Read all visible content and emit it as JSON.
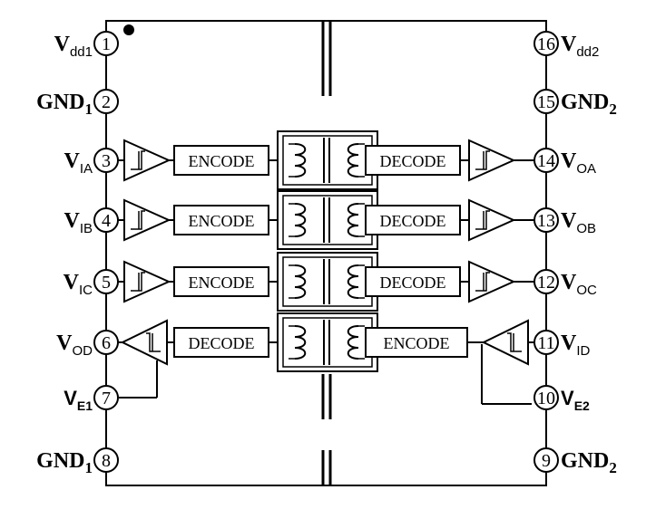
{
  "pins_left": [
    {
      "num": "1",
      "main": "V",
      "sub": "dd1",
      "style": "vsub"
    },
    {
      "num": "2",
      "main": "GND",
      "sub": "1",
      "style": "gnd"
    },
    {
      "num": "3",
      "main": "V",
      "sub": "IA",
      "style": "vsub"
    },
    {
      "num": "4",
      "main": "V",
      "sub": "IB",
      "style": "vsub"
    },
    {
      "num": "5",
      "main": "V",
      "sub": "IC",
      "style": "vsub"
    },
    {
      "num": "6",
      "main": "V",
      "sub": "OD",
      "style": "vsub"
    },
    {
      "num": "7",
      "main": "V",
      "sub": "E1",
      "style": "vbold"
    },
    {
      "num": "8",
      "main": "GND",
      "sub": "1",
      "style": "gnd"
    }
  ],
  "pins_right": [
    {
      "num": "16",
      "main": "V",
      "sub": "dd2",
      "style": "vsub"
    },
    {
      "num": "15",
      "main": "GND",
      "sub": "2",
      "style": "gnd"
    },
    {
      "num": "14",
      "main": "V",
      "sub": "OA",
      "style": "vsub"
    },
    {
      "num": "13",
      "main": "V",
      "sub": "OB",
      "style": "vsub"
    },
    {
      "num": "12",
      "main": "V",
      "sub": "OC",
      "style": "vsub"
    },
    {
      "num": "11",
      "main": "V",
      "sub": "ID",
      "style": "vsub"
    },
    {
      "num": "10",
      "main": "V",
      "sub": "E2",
      "style": "vbold"
    },
    {
      "num": "9",
      "main": "GND",
      "sub": "2",
      "style": "gnd"
    }
  ],
  "channels": [
    {
      "left_block": "ENCODE",
      "right_block": "DECODE",
      "direction": "left-to-right"
    },
    {
      "left_block": "ENCODE",
      "right_block": "DECODE",
      "direction": "left-to-right"
    },
    {
      "left_block": "ENCODE",
      "right_block": "DECODE",
      "direction": "left-to-right"
    },
    {
      "left_block": "DECODE",
      "right_block": "ENCODE",
      "direction": "right-to-left"
    }
  ]
}
